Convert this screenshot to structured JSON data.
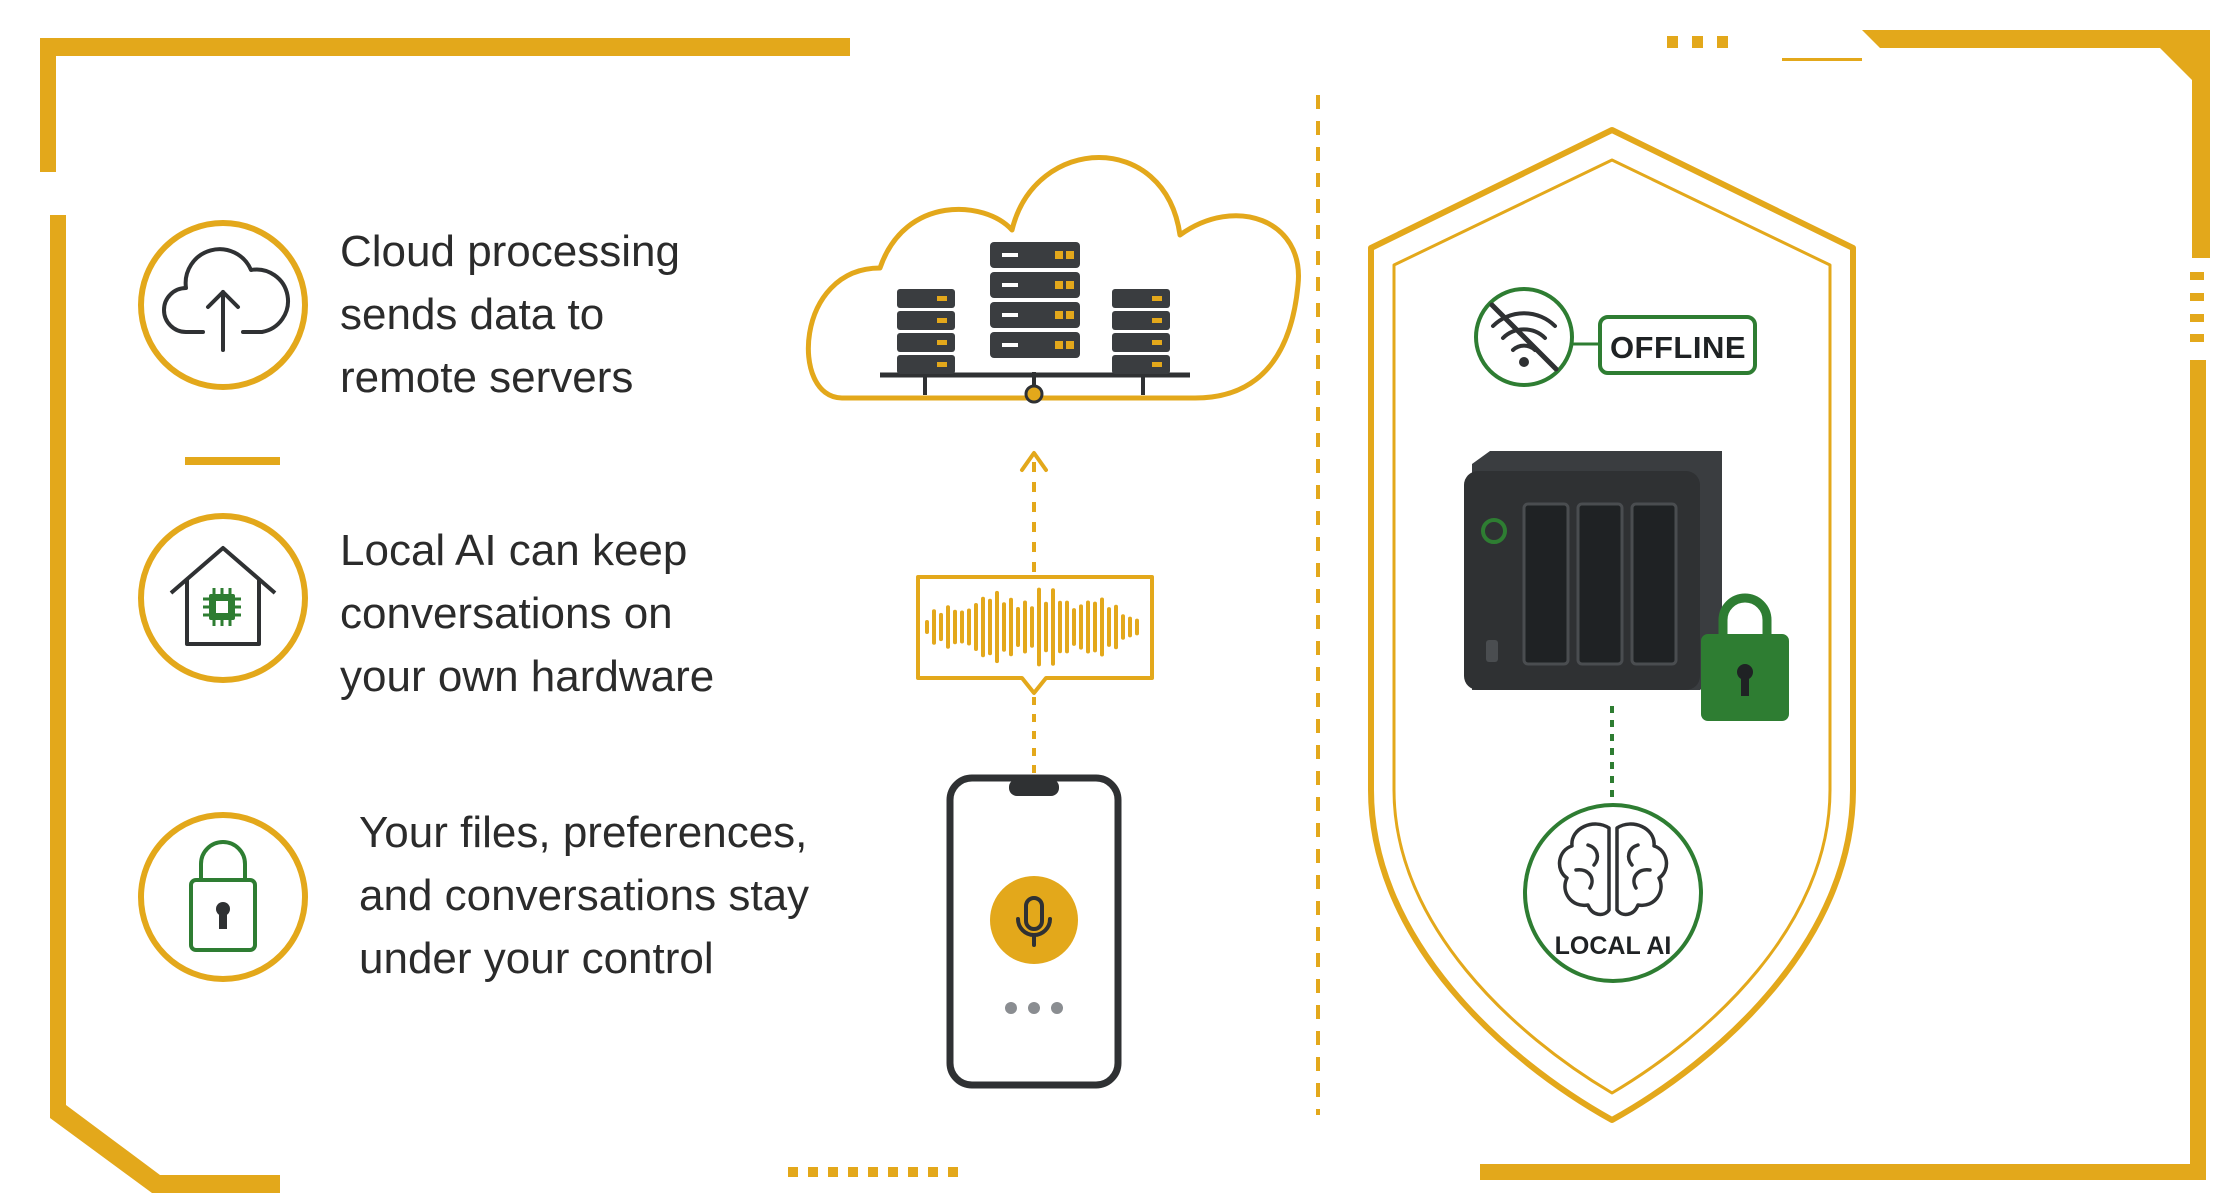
{
  "features": [
    {
      "icon": "cloud-upload-icon",
      "lines": [
        "Cloud processing",
        "sends data to",
        "remote servers"
      ]
    },
    {
      "icon": "home-chip-icon",
      "lines": [
        "Local AI can keep",
        "conversations on",
        "your own hardware"
      ]
    },
    {
      "icon": "padlock-icon",
      "lines": [
        "Your files, preferences,",
        "and conversations stay",
        "under your control"
      ]
    }
  ],
  "shield": {
    "offline_label": "OFFLINE",
    "local_ai_label": "LOCAL AI"
  },
  "colors": {
    "gold": "#E3A81B",
    "green": "#2E7D32",
    "dark": "#2F3133",
    "text": "#2B2B2B"
  }
}
